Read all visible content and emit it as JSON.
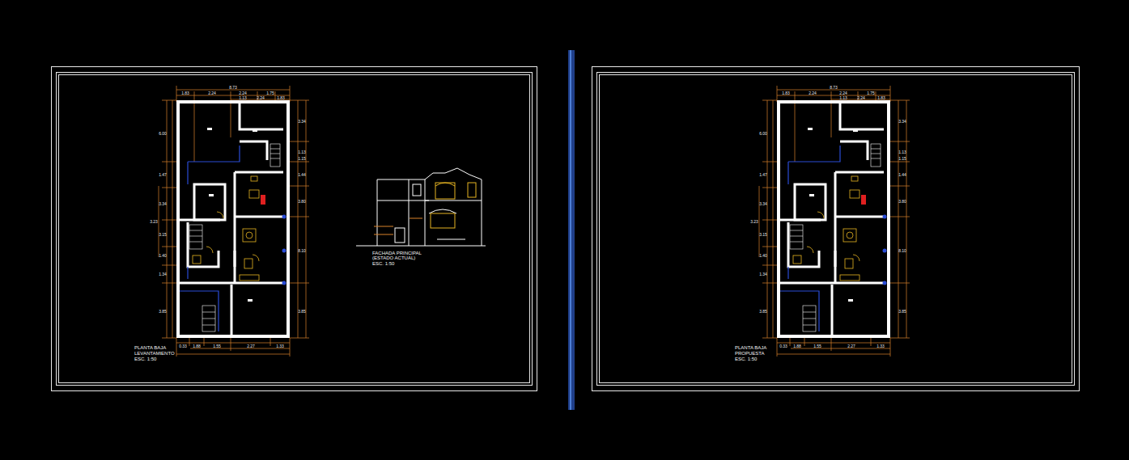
{
  "diagram": {
    "labels": [
      "8.73",
      "1.83",
      "2.24",
      "2.24",
      "1.75",
      "1.13",
      "2.24",
      "1.83",
      "6.00",
      "1.47",
      "3.34",
      "3.23",
      "3.15",
      "1.40",
      "1.34",
      "3.85",
      "3.34",
      "1.13",
      "1.15",
      "1.44",
      "3.80",
      "8.10",
      "3.85",
      "0.33",
      "1.88",
      "1.55",
      "2.27",
      "1.33",
      "PLANTA BAJA",
      "LEVANTAMIENTO",
      "ESC. 1:50",
      "FACHADA PRINCIPAL",
      "(ESTADO ACTUAL)",
      "ESC. 1:50",
      "8.73",
      "1.83",
      "2.24",
      "2.24",
      "1.75",
      "1.13",
      "2.24",
      "1.83",
      "6.00",
      "1.47",
      "3.34",
      "3.23",
      "3.15",
      "1.40",
      "1.34",
      "3.85",
      "3.34",
      "1.13",
      "1.15",
      "1.44",
      "3.80",
      "8.10",
      "3.85",
      "0.33",
      "1.88",
      "1.55",
      "2.27",
      "1.33",
      "PLANTA BAJA",
      "PROPUESTA",
      "ESC. 1:50"
    ]
  }
}
